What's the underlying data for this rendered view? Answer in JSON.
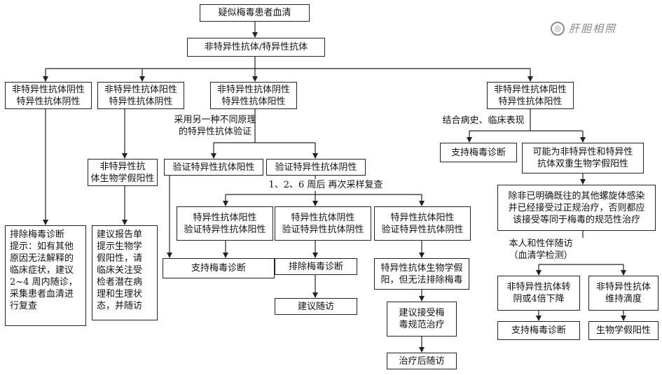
{
  "boxes": {
    "suspect_serum": "疑似梅毒患者血清",
    "test": "非特异性抗体/特异性抗体",
    "neg_neg": "非特异性抗体阴性\n特异性抗体阴性",
    "pos_neg": "非特异性抗体阳性\n特异性抗体阴性",
    "neg_pos": "非特异性抗体阴性\n特异性抗体阳性",
    "pos_pos": "非特异性抗体阳性\n特异性抗体阳性",
    "exclude_note": "排除梅毒诊断\n提示：如有其他\n原因无法解释的\n临床症状，建议\n2~4 周内随诊，\n采集患者血清进\n行复查",
    "bio_false_pos": "非特异性抗\n体生物学假阳性",
    "report_note": "建议报告单\n提示生物学\n假阳性，请\n临床关注受\n检者潜在病\n理和生理状\n态，并随访",
    "verify_pos": "验证特异性抗体阳性",
    "verify_neg": "验证特异性抗体阴性",
    "r1": "特异性抗体阳性\n验证特异性抗体阳性",
    "r2": "特异性抗体阴性\n验证特异性抗体阴性",
    "r3": "特异性抗体阳性\n验证特异性抗体阴性",
    "support_dx_mid": "支持梅毒诊断",
    "exclude_dx": "排除梅毒诊断",
    "follow_up": "建议随访",
    "bio_false_cannot": "特异性抗体生物学假\n阳，但无法排除梅毒",
    "accept_treat": "建议接受梅\n毒规范治疗",
    "post_treat": "治疗后随访",
    "support_dx_right": "支持梅毒诊断",
    "dual_false": "可能为非特异性和特异性\n抗体双重生物学假阳性",
    "unless_note": "除非已明确既往的其他螺旋体感染\n并已经接受过正规治疗，否则都应\n该接受等同于梅毒的规范性治疗",
    "turn_neg": "非特异性抗体转\n阴或4倍下降",
    "maintain": "非特异性抗体\n维持滴度",
    "support_dx_br": "支持梅毒诊断",
    "bio_false_final": "生物学假阳性"
  },
  "labels": {
    "alt_method": "采用另一种不同原理\n的特异性抗体验证",
    "resample": "1、2、6 周后  再次采样复查",
    "history": "结合病史、临床表现",
    "partner": "本人和性伴随访\n（血清学检测）"
  },
  "logo": {
    "text": "肝胆相照",
    "mark_icon": "circle-seal-icon"
  }
}
